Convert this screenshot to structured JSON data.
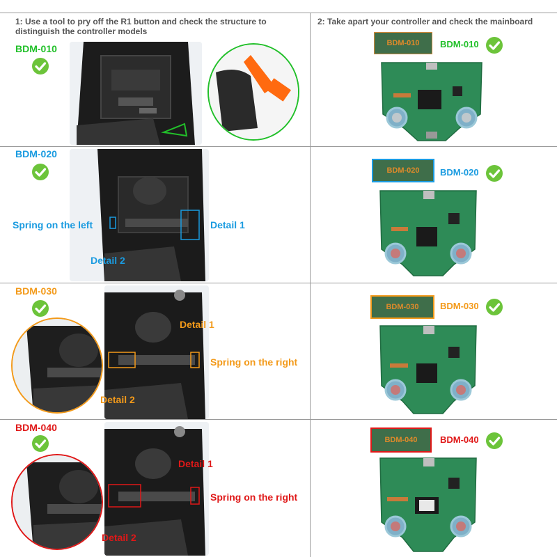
{
  "headers": {
    "left": "1: Use a tool to pry off the R1 button and check the structure to distinguish the controller models",
    "right": "2: Take apart your controller and check the mainboard"
  },
  "rows": [
    {
      "model": "BDM-010",
      "color": "#22c02a",
      "annotations": [],
      "chip_label": "BDM-010"
    },
    {
      "model": "BDM-020",
      "color": "#1a9be0",
      "annotations": [
        "Spring on the left",
        "Detail 1",
        "Detail 2"
      ],
      "chip_label": "BDM-020"
    },
    {
      "model": "BDM-030",
      "color": "#f39a1a",
      "annotations": [
        "Detail 1",
        "Spring on the right",
        "Detail 2"
      ],
      "chip_label": "BDM-030"
    },
    {
      "model": "BDM-040",
      "color": "#e01818",
      "annotations": [
        "Detail 1",
        "Spring on the right",
        "Detail 2"
      ],
      "chip_label": "BDM-040"
    }
  ],
  "colors": {
    "check_green": "#6cc43a",
    "board_green": "#2e8b57",
    "grid": "#9a9a9a"
  }
}
